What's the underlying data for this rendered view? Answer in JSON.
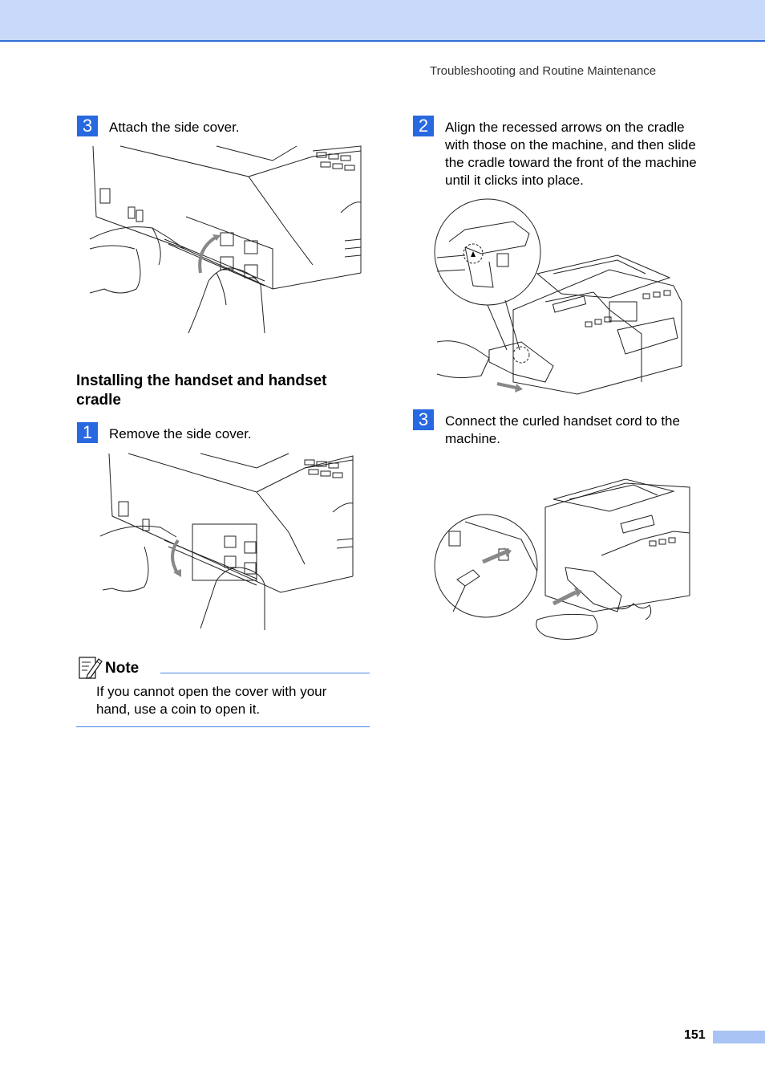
{
  "header": {
    "running_head": "Troubleshooting and Routine Maintenance"
  },
  "left_column": {
    "step_a": {
      "number": "3",
      "text": "Attach the side cover."
    },
    "section_heading": "Installing the handset and handset cradle",
    "step_b": {
      "number": "1",
      "text": "Remove the side cover."
    },
    "note": {
      "title": "Note",
      "body": "If you cannot open the cover with your hand, use a coin to open it."
    }
  },
  "right_column": {
    "step_c": {
      "number": "2",
      "text": "Align the recessed arrows on the cradle with those on the machine, and then slide the cradle toward the front of the machine until it clicks into place."
    },
    "step_d": {
      "number": "3",
      "text": "Connect the curled handset cord to the machine."
    }
  },
  "footer": {
    "page_number": "151"
  },
  "colors": {
    "accent": "#2868e0",
    "header_band": "#c9d9f9",
    "rule": "#4a86e8"
  }
}
